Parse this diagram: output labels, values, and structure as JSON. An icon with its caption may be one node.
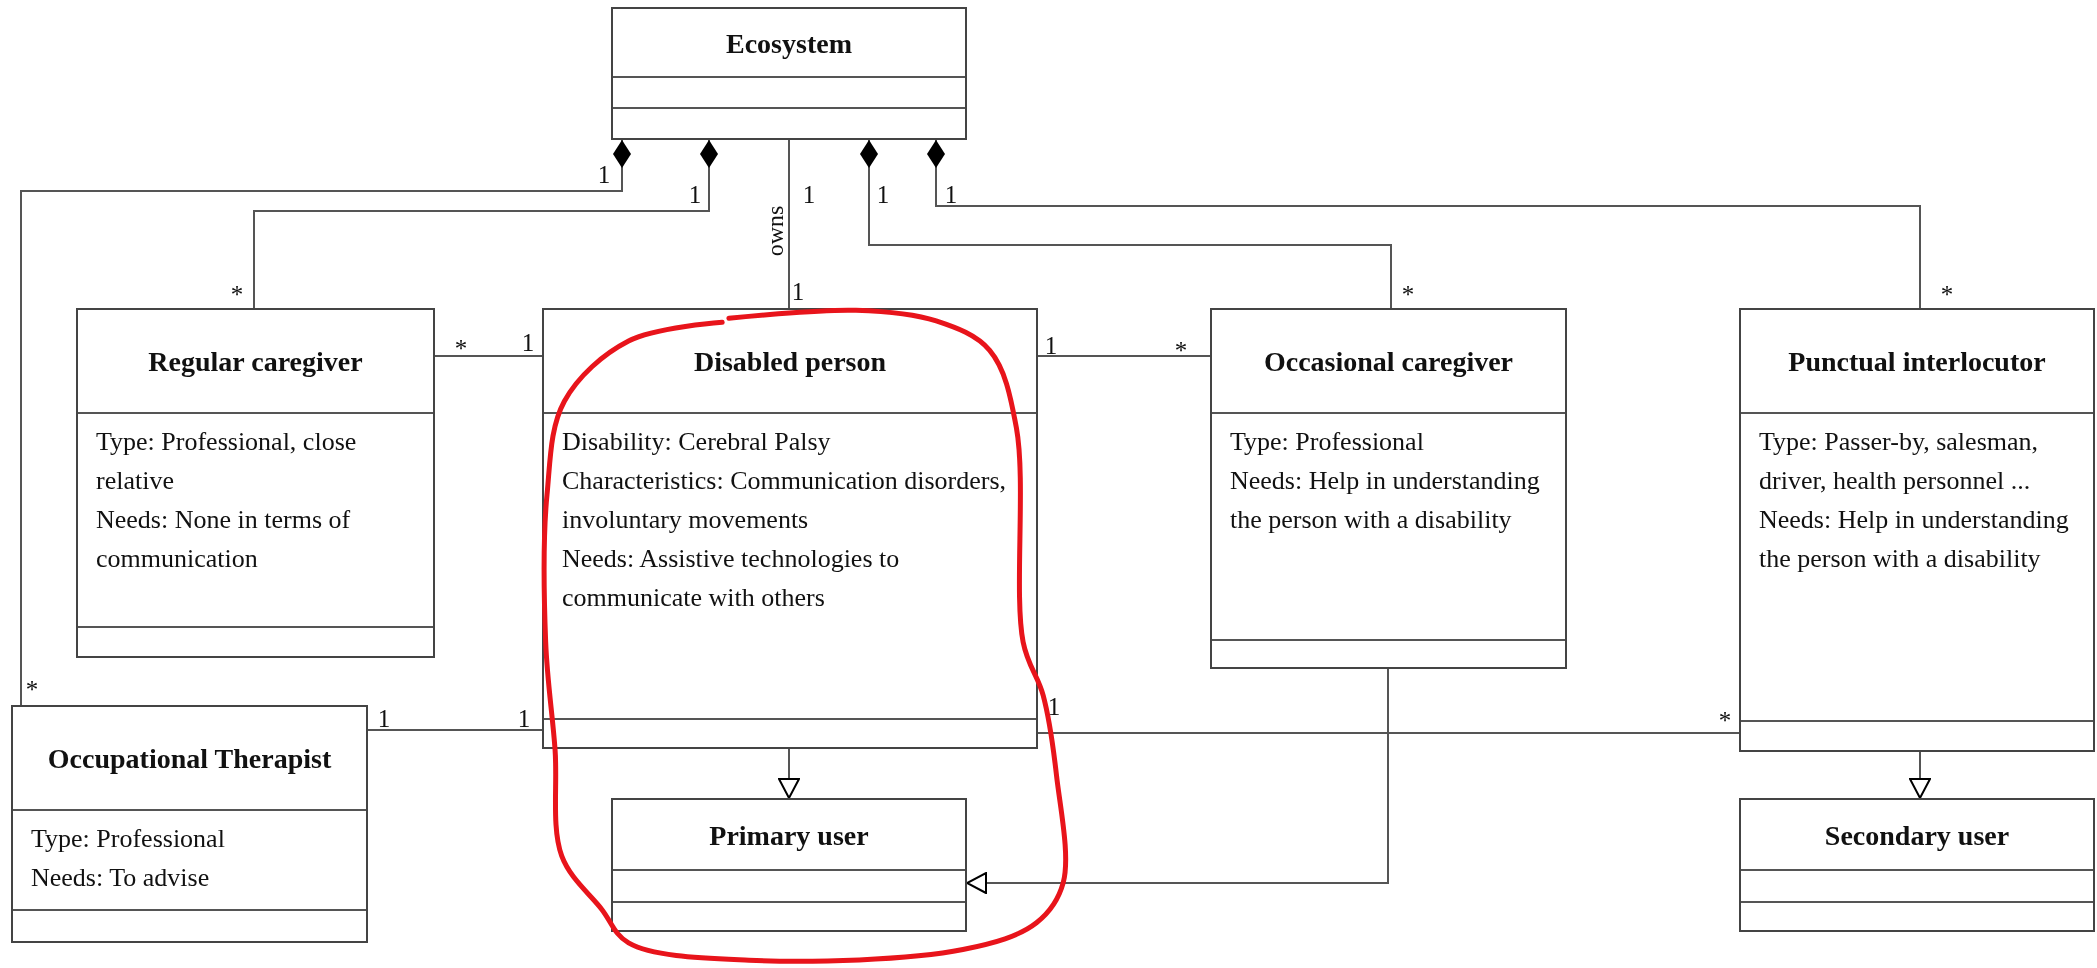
{
  "diagram": {
    "nodes": [
      {
        "text": [
          "Ecosystem"
        ]
      },
      {
        "text": [
          "Regular caregiver",
          "Type: Professional, close relative",
          "Needs: None in terms of communication"
        ]
      },
      {
        "text": [
          "Disabled person",
          "Disability: Cerebral Palsy",
          "Characteristics: Communication disorders, involuntary movements",
          "Needs: Assistive technologies to communicate with others"
        ]
      },
      {
        "text": [
          "Occasional caregiver",
          "Type: Professional",
          "Needs: Help in understanding the person with a disability"
        ]
      },
      {
        "text": [
          "Punctual interlocutor",
          "Type: Passer-by, salesman, driver, health personnel ...",
          "Needs: Help in understanding the person with a disability"
        ]
      },
      {
        "text": [
          "Occupational Therapist",
          "Type: Professional",
          "Needs: To advise"
        ]
      },
      {
        "text": [
          "Primary user"
        ]
      },
      {
        "text": [
          "Secondary user"
        ]
      }
    ],
    "edges": [
      {
        "from": 0,
        "to": 5,
        "arrow": "other"
      },
      {
        "from": 0,
        "to": 1,
        "arrow": "other"
      },
      {
        "from": 0,
        "to": 2,
        "arrow": "none",
        "label": "owns"
      },
      {
        "from": 0,
        "to": 3,
        "arrow": "other"
      },
      {
        "from": 0,
        "to": 4,
        "arrow": "other"
      },
      {
        "from": 1,
        "to": 2,
        "arrow": "none"
      },
      {
        "from": 2,
        "to": 3,
        "arrow": "none"
      },
      {
        "from": 5,
        "to": 2,
        "arrow": "none"
      },
      {
        "from": 2,
        "to": 4,
        "arrow": "none"
      },
      {
        "from": 2,
        "to": 6,
        "arrow": "to"
      },
      {
        "from": 3,
        "to": 6,
        "arrow": "to"
      },
      {
        "from": 4,
        "to": 7,
        "arrow": "to"
      }
    ],
    "labels": [
      "1",
      "1",
      "1",
      "1",
      "1",
      "*",
      "1",
      "*",
      "*",
      "*",
      "1",
      "1",
      "*",
      "*",
      "1",
      "1",
      "1",
      "*"
    ]
  }
}
